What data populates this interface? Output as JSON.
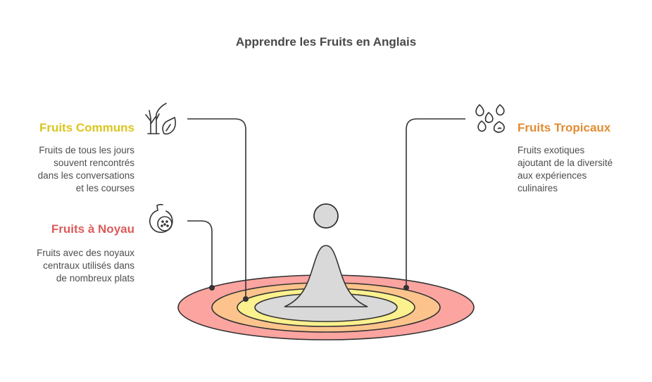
{
  "title": "Apprendre les Fruits en Anglais",
  "categories": [
    {
      "id": "communs",
      "label": "Fruits Communs",
      "description_lines": [
        "Fruits de tous les jours",
        "souvent rencontrés",
        "dans les conversations",
        "et les courses"
      ],
      "color": "#dcc51f",
      "ring_color": "#fbf18e",
      "icon": "plants-icon"
    },
    {
      "id": "noyau",
      "label": "Fruits à Noyau",
      "description_lines": [
        "Fruits avec des noyaux",
        "centraux utilisés dans",
        "de nombreux plats"
      ],
      "color": "#de5a5a",
      "ring_color": "#fca4a0",
      "icon": "stone-fruit-icon"
    },
    {
      "id": "tropicaux",
      "label": "Fruits Tropicaux",
      "description_lines": [
        "Fruits exotiques",
        "ajoutant de la diversité",
        "aux expériences",
        "culinaires"
      ],
      "color": "#e28c33",
      "ring_color": "#fcc48c",
      "icon": "seeds-icon"
    }
  ],
  "center_color": "#d9d9d9"
}
